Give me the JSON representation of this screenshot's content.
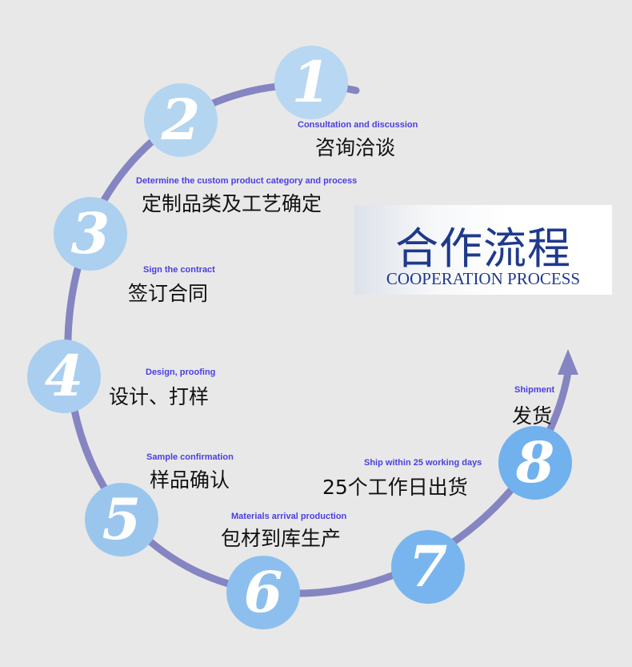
{
  "title": {
    "zh": "合作流程",
    "en": "COOPERATION PROCESS"
  },
  "steps": [
    {
      "number": "1",
      "en": "Consultation and discussion",
      "zh": "咨询洽谈"
    },
    {
      "number": "2",
      "en": "Determine the custom product category and process",
      "zh": "定制品类及工艺确定"
    },
    {
      "number": "3",
      "en": "Sign the contract",
      "zh": "签订合同"
    },
    {
      "number": "4",
      "en": "Design, proofing",
      "zh": "设计、打样"
    },
    {
      "number": "5",
      "en": "Sample confirmation",
      "zh": "样品确认"
    },
    {
      "number": "6",
      "en": "Materials arrival production",
      "zh": "包材到库生产"
    },
    {
      "number": "7",
      "en": "Ship within 25 working days",
      "zh": "25个工作日出货"
    },
    {
      "number": "8",
      "en": "Shipment",
      "zh": "发货"
    }
  ],
  "colors": {
    "ring": "#8585c2",
    "label_en": "#4a3fe0",
    "title": "#1f3a8a"
  }
}
